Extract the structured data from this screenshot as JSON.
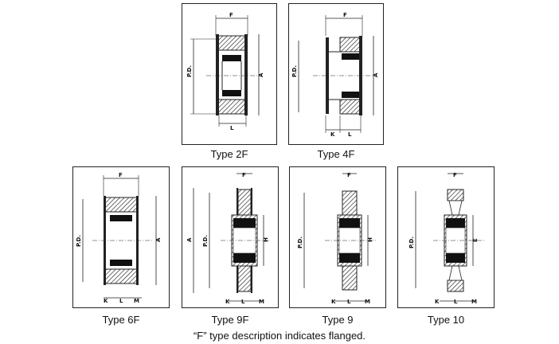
{
  "pulleys": [
    {
      "type_label": "Type 2F",
      "dims": {
        "f": "F",
        "pd": "P.D.",
        "a": "A",
        "l": "L"
      }
    },
    {
      "type_label": "Type 4F",
      "dims": {
        "f": "F",
        "pd": "P.D.",
        "a": "A",
        "k": "K",
        "l": "L"
      }
    },
    {
      "type_label": "Type 6F",
      "dims": {
        "f": "F",
        "pd": "P.D.",
        "a": "A",
        "k": "K",
        "l": "L",
        "m": "M"
      }
    },
    {
      "type_label": "Type 9F",
      "dims": {
        "f": "F",
        "pd": "P.D.",
        "a": "A",
        "h": "H",
        "k": "K",
        "l": "L",
        "m": "M"
      }
    },
    {
      "type_label": "Type 9",
      "dims": {
        "f": "F",
        "pd": "P.D.",
        "h": "H",
        "k": "K",
        "l": "L",
        "m": "M"
      }
    },
    {
      "type_label": "Type 10",
      "dims": {
        "f": "F",
        "pd": "P.D.",
        "h": "E",
        "k": "K",
        "l": "L",
        "m": "M"
      }
    }
  ],
  "footnote": "“F” type description indicates flanged."
}
